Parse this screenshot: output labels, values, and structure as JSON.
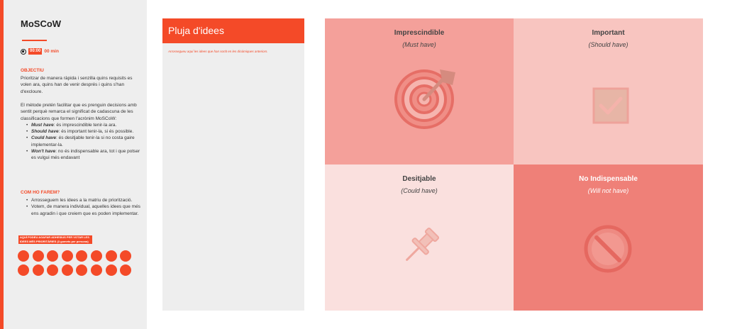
{
  "sidebar": {
    "title": "MoSCoW",
    "timer_value": "00:00",
    "timer_unit": "00 min",
    "objective_heading": "OBJECTIU",
    "objective_text": "Prioritzar de manera ràpida i senzilla quins requisits es volen ara, quins han de venir després i quins s'han d'excloure.",
    "method_text": "El mètode pretén facilitar que es prenguin decisions amb sentit perquè remarca el significat de cadascuna de les classificacions que formen l'acrònim MoSCoW:",
    "terms": [
      {
        "term": "Must have",
        "desc": ": és imprescindible tenir-la ara."
      },
      {
        "term": "Should have",
        "desc": ": és important tenir-la, si és possible."
      },
      {
        "term": "Could have",
        "desc": ": és desitjable tenir-la si no costa gaire implementar-la."
      },
      {
        "term": "Won't have",
        "desc": ": no és indispensable ara, tot i que potser es vulgui més endavant"
      }
    ],
    "how_heading": "COM HO FAREM?",
    "how_steps": [
      "Arrosseguem les idees a la matriu de priorització.",
      "Votem, de manera individual, aquelles idees que més ens agradin i que creiem que es poden implementar."
    ],
    "vote_label": "AQUÍ PODEU AGAFAR ADHESIUS PER VOTAR LES IDEES MÉS PRIORITÀRIES (3 gomets per persona)",
    "vote_dot_count": 16,
    "accent_color": "#f44a28"
  },
  "panel": {
    "title": "Pluja d'idees",
    "hint": "Arrossegueu aquí les idees que han sortit en les dinàmiques anteriors."
  },
  "matrix": {
    "quadrants": [
      {
        "title": "Imprescindible",
        "subtitle": "(Must have)",
        "icon": "target-icon",
        "color": "#f4a09a"
      },
      {
        "title": "Important",
        "subtitle": "(Should have)",
        "icon": "checkbox-icon",
        "color": "#f8c5c0"
      },
      {
        "title": "Desitjable",
        "subtitle": "(Could have)",
        "icon": "pushpin-icon",
        "color": "#fae0de"
      },
      {
        "title": "No Indispensable",
        "subtitle": "(Will not have)",
        "icon": "forbidden-icon",
        "color": "#ef8078"
      }
    ]
  }
}
